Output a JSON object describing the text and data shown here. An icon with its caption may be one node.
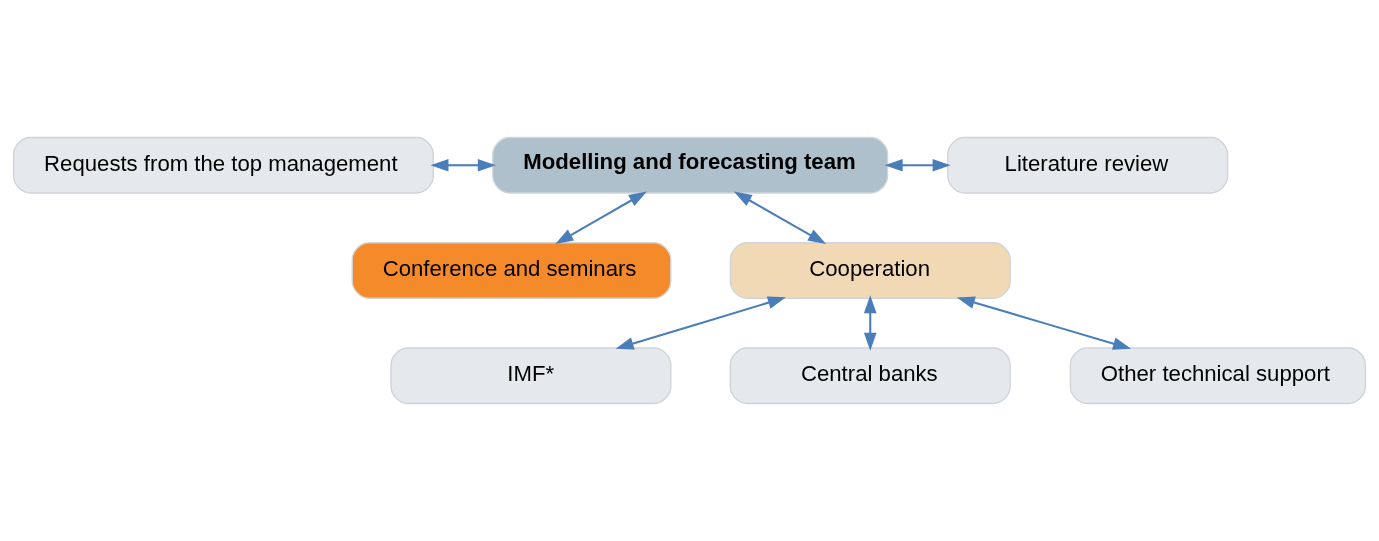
{
  "diagram": {
    "nodes": [
      {
        "text": [
          "Conference and seminars"
        ]
      },
      {
        "text": [
          "Requests from the top management"
        ]
      },
      {
        "text": [
          "Modelling and forecasting team"
        ]
      },
      {
        "text": [
          "Literature review"
        ]
      },
      {
        "text": [
          "Cooperation"
        ]
      },
      {
        "text": [
          "IMF*"
        ]
      },
      {
        "text": [
          "Central banks"
        ]
      },
      {
        "text": [
          "Other technical support"
        ]
      }
    ],
    "edges": [
      {
        "from": 2,
        "to": 0,
        "arrow": "both"
      },
      {
        "from": 1,
        "to": 2,
        "arrow": "both"
      },
      {
        "from": 2,
        "to": 3,
        "arrow": "both"
      },
      {
        "from": 2,
        "to": 4,
        "arrow": "both"
      },
      {
        "from": 4,
        "to": 5,
        "arrow": "both"
      },
      {
        "from": 4,
        "to": 6,
        "arrow": "both"
      },
      {
        "from": 4,
        "to": 7,
        "arrow": "both"
      }
    ]
  }
}
